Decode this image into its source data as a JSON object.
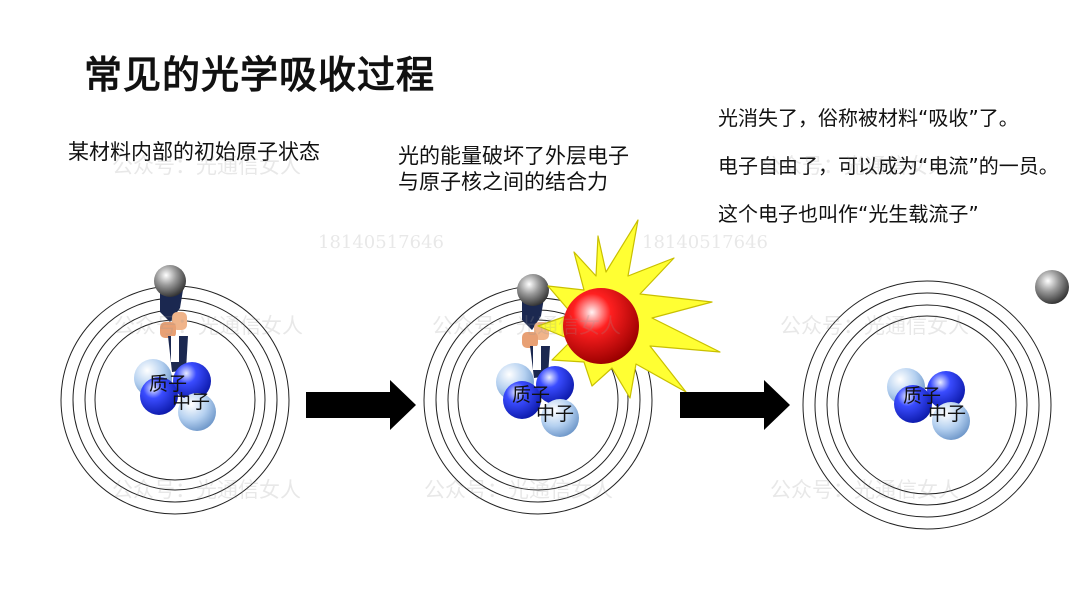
{
  "title": "常见的光学吸收过程",
  "captions": {
    "panel1": "某材料内部的初始原子状态",
    "panel2_line1": "光的能量破坏了外层电子",
    "panel2_line2": "与原子核之间的结合力",
    "panel3_line1": "光消失了，俗称被材料“吸收”了。",
    "panel3_line2": "电子自由了，可以成为“电流”的一员。",
    "panel3_line3": "这个电子也叫作“光生载流子”"
  },
  "nucleus": {
    "proton_label": "质子",
    "neutron_label": "中子"
  },
  "watermarks": {
    "text": "公众号：光通信女人",
    "number": "18140517646"
  },
  "colors": {
    "photon_red": "#e8000a",
    "burst_yellow": "#ffff33",
    "proton_blue": "#2233ee",
    "neutron_lightblue": "#a8c8ec",
    "electron_gray": "#555555",
    "arrow": "#000000"
  }
}
